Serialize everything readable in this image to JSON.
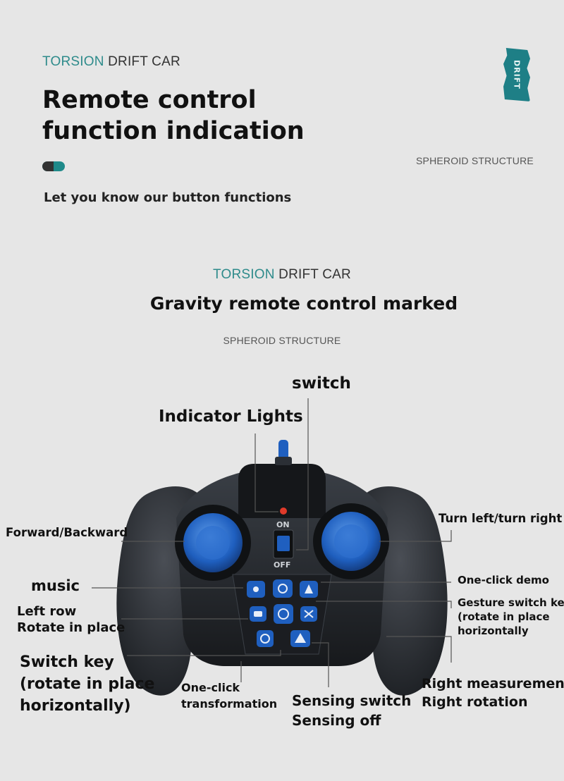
{
  "top": {
    "brand_accent": "TORSION",
    "brand_rest": " DRIFT CAR",
    "title_line1": "Remote control",
    "title_line2": "function indication",
    "subtitle": "SPHEROID STRUCTURE",
    "tagline": "Let you know our button functions",
    "logo_text": "DRIFT"
  },
  "section2": {
    "brand_accent": "TORSION",
    "brand_rest": " DRIFT CAR",
    "heading": "Gravity remote control marked",
    "subtitle": "SPHEROID STRUCTURE"
  },
  "remote": {
    "on_label": "ON",
    "off_label": "OFF"
  },
  "labels": {
    "switch": "switch",
    "indicator_lights": "Indicator Lights",
    "forward_backward": "Forward/Backward",
    "turn": "Turn left/turn right",
    "music": "music",
    "one_click_demo": "One-click demo",
    "left_row_1": "Left row",
    "left_row_2": "Rotate in place",
    "gesture_1": "Gesture switch key",
    "gesture_2": "(rotate in place",
    "gesture_3": "horizontally",
    "switch_key_1": "Switch key",
    "switch_key_2": "(rotate in place",
    "switch_key_3": "horizontally)",
    "one_click_transform_1": "One-click",
    "one_click_transform_2": "transformation",
    "sensing_1": "Sensing switch",
    "sensing_2": "Sensing off",
    "right_meas_1": "Right measurement",
    "right_meas_2": "Right rotation"
  },
  "colors": {
    "accent": "#2e8b8b",
    "stick_blue": "#1f5fbf",
    "body": "#262a2f"
  }
}
